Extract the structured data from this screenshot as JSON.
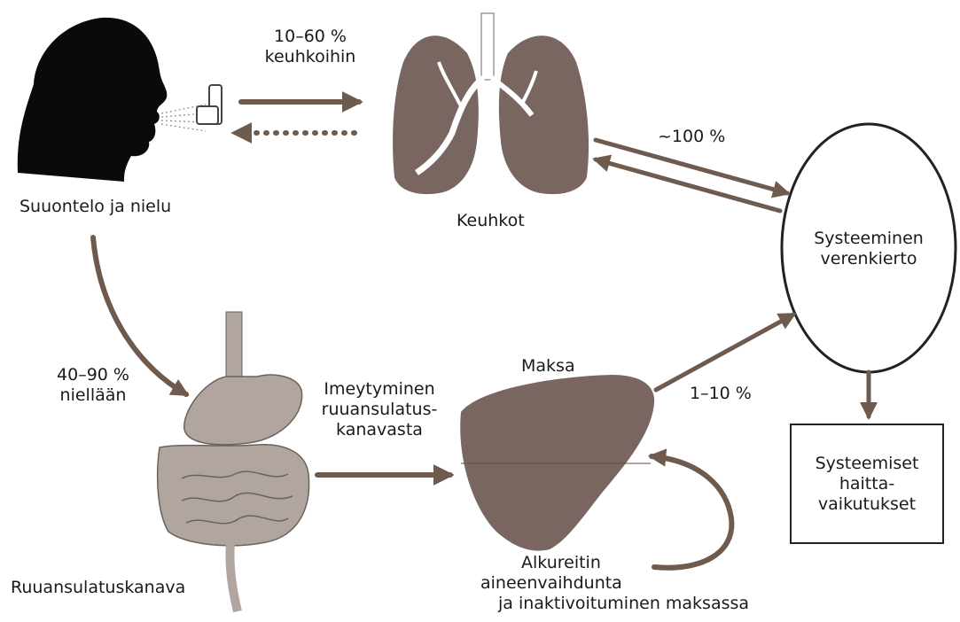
{
  "labels": {
    "mouth": "Suuontelo ja nielu",
    "lungs_percent_line1": "10–60 %",
    "lungs_percent_line2": "keuhkoihin",
    "lungs": "Keuhkot",
    "lungs_to_blood_percent": "~100 %",
    "systemic_line1": "Systeeminen",
    "systemic_line2": "verenkierto",
    "swallowed_line1": "40–90 %",
    "swallowed_line2": "niellään",
    "absorption_line1": "Imeytyminen",
    "absorption_line2": "ruuansulatus-",
    "absorption_line3": "kanavasta",
    "liver": "Maksa",
    "liver_to_blood_percent": "1–10 %",
    "gi_tract": "Ruuansulatuskanava",
    "first_pass_line1": "Alkureitin",
    "first_pass_line2": "aineenvaihdunta",
    "first_pass_line3": "ja inaktivoituminen maksassa",
    "effects_line1": "Systeemiset",
    "effects_line2": "haitta-",
    "effects_line3": "vaikutukset"
  },
  "colors": {
    "arrow": "#6f5a4e",
    "organ": "#7a6661",
    "head": "#0a0a0a",
    "gi": "#b0a69f"
  }
}
